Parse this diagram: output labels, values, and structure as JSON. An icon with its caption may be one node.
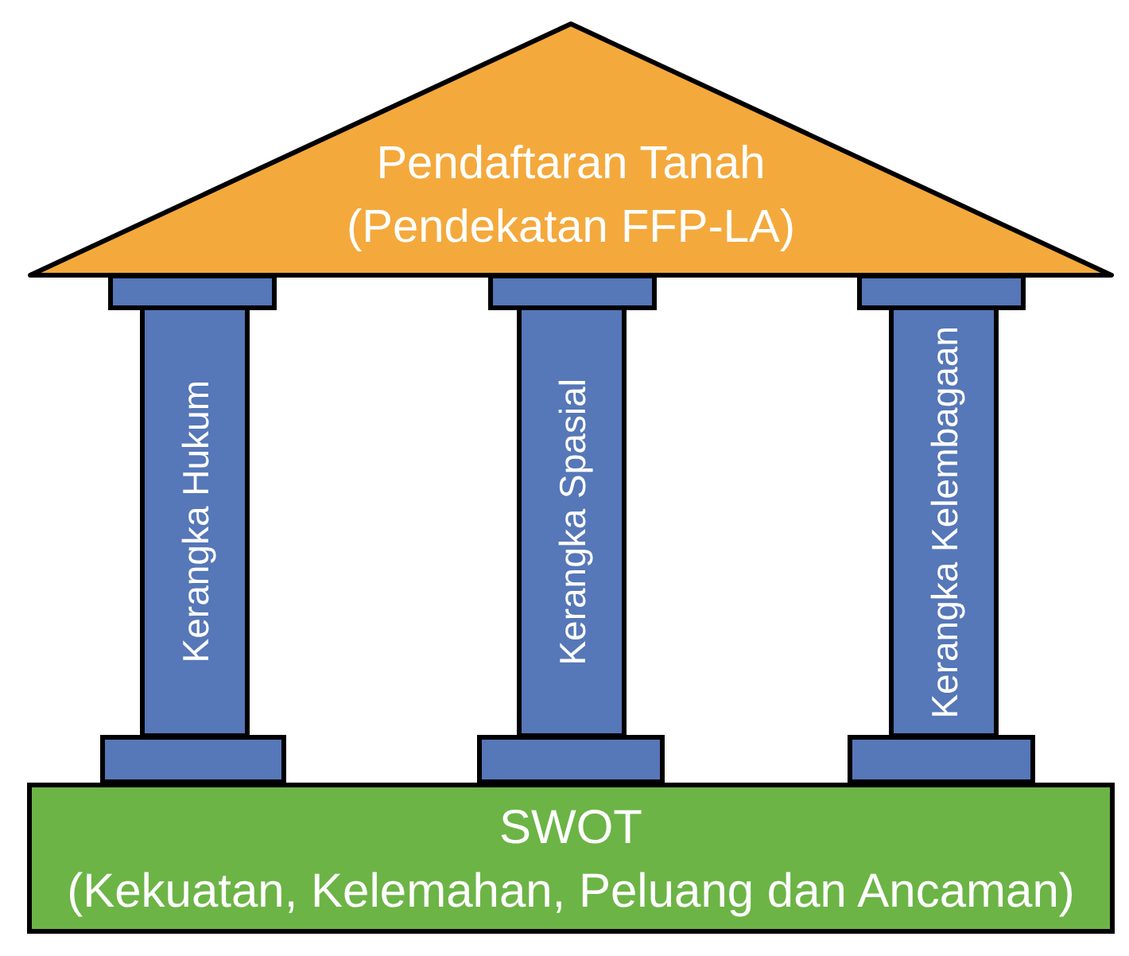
{
  "diagram": {
    "nodes": [
      {
        "text": [
          "Pendaftaran Tanah",
          "(Pendekatan FFP-LA)"
        ]
      },
      {
        "text": [],
        "shape": "box"
      },
      {
        "text": [],
        "shape": "box"
      },
      {
        "text": [],
        "shape": "box"
      },
      {
        "text": [
          "Kerangka Hukum"
        ]
      },
      {
        "text": [
          "Kerangka Spasial"
        ]
      },
      {
        "text": [
          "Kerangka Kelembagaan"
        ]
      },
      {
        "text": [],
        "shape": "box"
      },
      {
        "text": [],
        "shape": "box"
      },
      {
        "text": [],
        "shape": "box"
      },
      {
        "text": [
          "SWOT",
          "(Kekuatan, Kelemahan, Peluang dan Ancaman)"
        ]
      }
    ]
  }
}
